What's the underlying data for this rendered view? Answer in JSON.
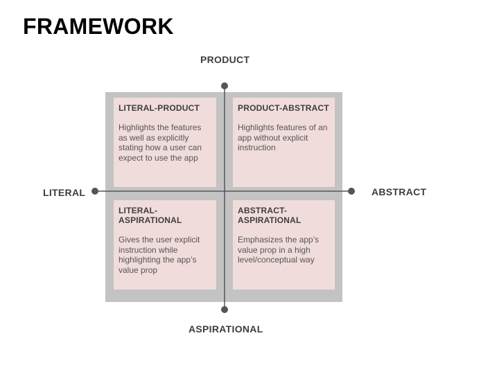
{
  "title": "FRAMEWORK",
  "axes": {
    "top": "PRODUCT",
    "bottom": "ASPIRATIONAL",
    "left": "LITERAL",
    "right": "ABSTRACT"
  },
  "quadrants": [
    {
      "title": "LITERAL-PRODUCT",
      "body": "Highlights the features as well as explicitly stating how a user can expect to use the app"
    },
    {
      "title": "PRODUCT-ABSTRACT",
      "body": "Highlights features of an app without explicit instruction"
    },
    {
      "title": "LITERAL-ASPIRATIONAL",
      "body": "Gives the user explicit instruction while highlighting the app’s value prop"
    },
    {
      "title": "ABSTRACT-ASPIRATIONAL",
      "body": "Emphasizes the app’s value prop in a high level/conceptual way"
    }
  ],
  "colors": {
    "board": "#c3c3c3",
    "quadrant": "#f1dcdc",
    "axis": "#555555"
  }
}
